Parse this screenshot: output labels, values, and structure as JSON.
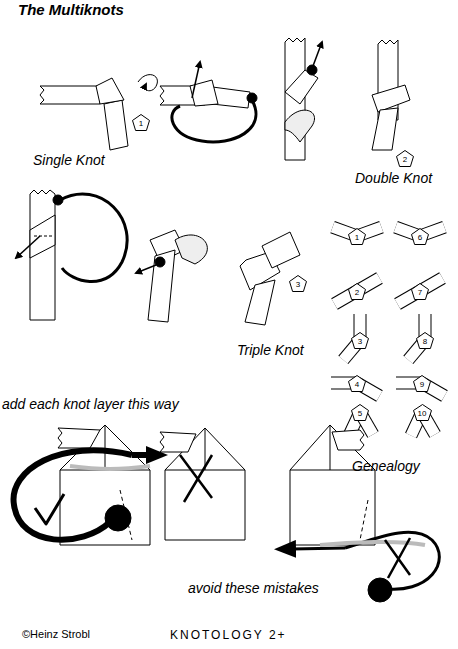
{
  "diagram": {
    "title": "The Multiknots",
    "nodes": [
      {
        "text": [
          "1"
        ]
      },
      {
        "text": [
          "2"
        ]
      },
      {
        "text": [
          "3"
        ]
      },
      {
        "text": [
          "1"
        ]
      },
      {
        "text": [
          "6"
        ]
      },
      {
        "text": [
          "2"
        ]
      },
      {
        "text": [
          "7"
        ]
      },
      {
        "text": [
          "3"
        ]
      },
      {
        "text": [
          "8"
        ]
      },
      {
        "text": [
          "4"
        ]
      },
      {
        "text": [
          "9"
        ]
      },
      {
        "text": [
          "5"
        ]
      },
      {
        "text": [
          "10"
        ]
      }
    ],
    "labels": [
      "Single Knot",
      "Double Knot",
      "Triple Knot",
      "Genealogy",
      "add each knot layer this way",
      "avoid these mistakes",
      "©Heinz Strobl",
      "KNOTOLOGY 2+"
    ]
  }
}
